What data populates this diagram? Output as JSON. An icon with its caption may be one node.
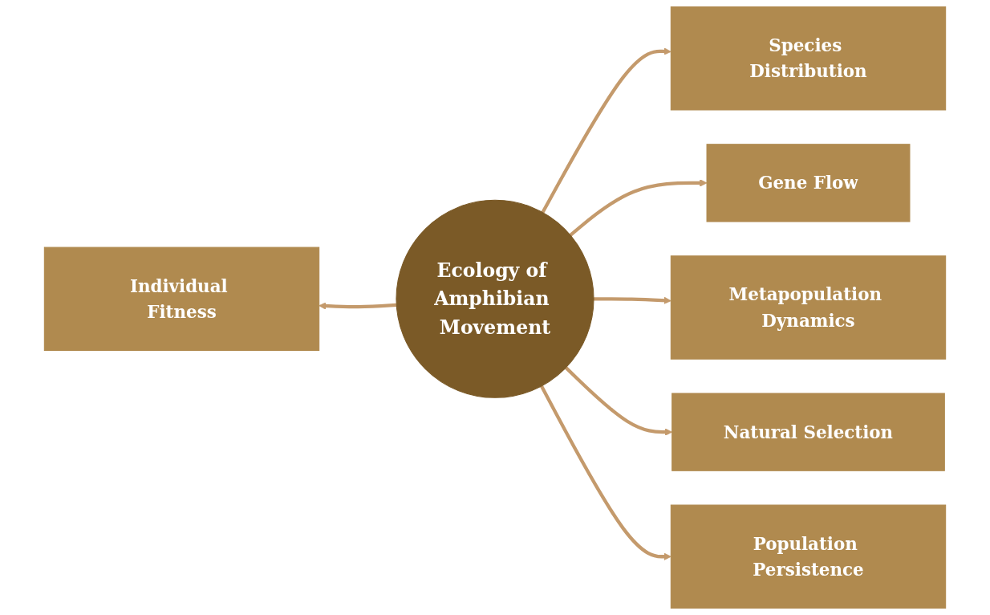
{
  "diagram": {
    "nodes": [
      {
        "text": [
          "Individual Fitness"
        ]
      },
      {
        "text": [
          "Species Distribution"
        ]
      },
      {
        "text": [
          "Gene Flow"
        ]
      },
      {
        "text": [
          "Ecology of Amphibian Movement"
        ]
      },
      {
        "text": [
          "Metapopulation Dynamics"
        ]
      },
      {
        "text": [
          "Natural Selection"
        ]
      },
      {
        "text": [
          "Population Persistence"
        ]
      }
    ],
    "edges": [
      {
        "from": 3,
        "to": 0,
        "arrow": "to"
      },
      {
        "from": 3,
        "to": 1,
        "arrow": "to"
      },
      {
        "from": 3,
        "to": 2,
        "arrow": "to"
      },
      {
        "from": 3,
        "to": 4,
        "arrow": "to"
      },
      {
        "from": 3,
        "to": 5,
        "arrow": "to"
      },
      {
        "from": 3,
        "to": 6,
        "arrow": "to"
      }
    ]
  }
}
